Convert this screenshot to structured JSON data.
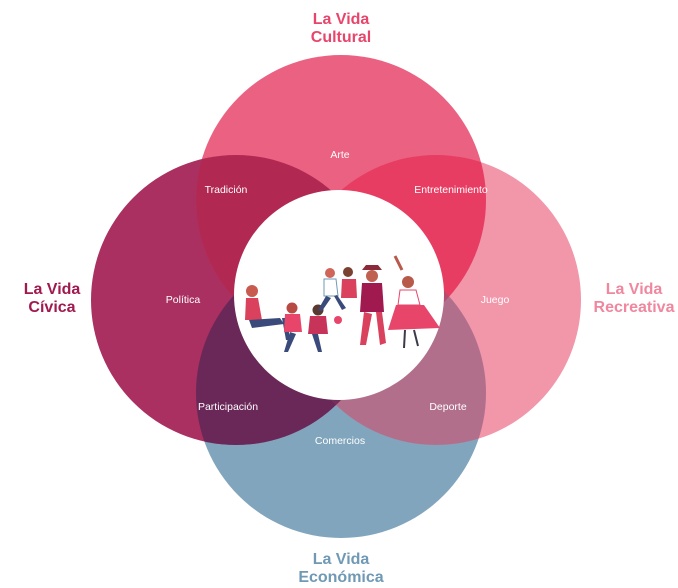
{
  "colors": {
    "cultural": "#e8456b",
    "civica": "#a0194f",
    "recreativa": "#f0879e",
    "economica": "#6f99b4",
    "center": "#ffffff"
  },
  "domains": {
    "cultural": {
      "line1": "La Vida",
      "line2": "Cultural"
    },
    "civica": {
      "line1": "La Vida",
      "line2": "Cívica"
    },
    "recreativa": {
      "line1": "La Vida",
      "line2": "Recreativa"
    },
    "economica": {
      "line1": "La Vida",
      "line2": "Económica"
    }
  },
  "overlaps": {
    "arte": "Arte",
    "tradicion": "Tradición",
    "entretenimiento": "Entretenimiento",
    "politica": "Política",
    "juego": "Juego",
    "participacion": "Participación",
    "deporte": "Deporte",
    "comercios": "Comercios"
  },
  "illustration": {
    "subject": "people-playing-and-dancing"
  }
}
